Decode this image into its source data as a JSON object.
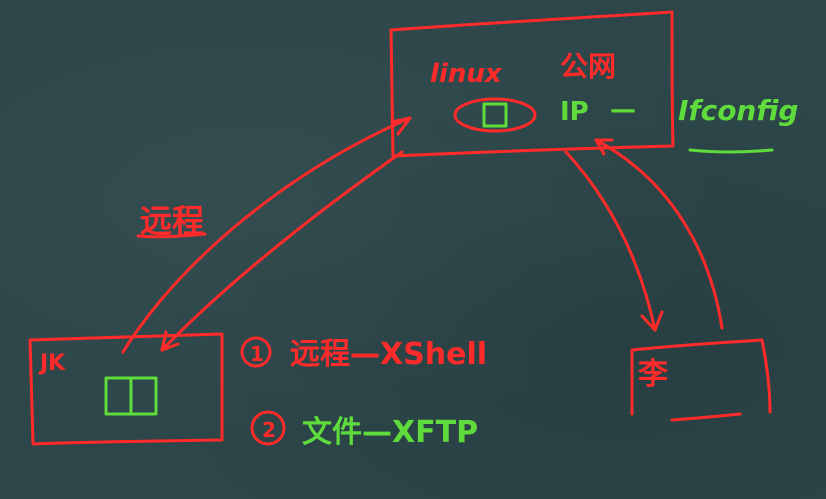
{
  "colors": {
    "background": "#2c4649",
    "red_ink": "#ff2a2a",
    "green_ink": "#5fdc3c"
  },
  "server": {
    "title": "linux",
    "network": "公网",
    "ip_label": "IP",
    "ip_dash": "—",
    "ip_command": "Ifconfig"
  },
  "edges": {
    "remote_label": "远程"
  },
  "client": {
    "label": "JK"
  },
  "notes": [
    {
      "marker": "1",
      "text": "远程—XShell"
    },
    {
      "marker": "2",
      "text": "文件—XFTP"
    }
  ],
  "other_node": {
    "label": "李"
  }
}
